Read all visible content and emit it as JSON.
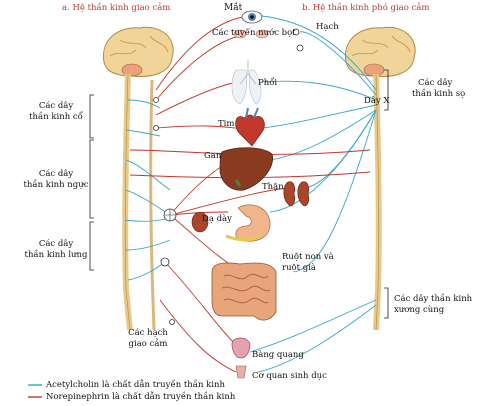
{
  "header": {
    "left": "a. Hệ thần kinh giao cảm",
    "center": "Mắt",
    "right": "b. Hệ thần kinh phó giao cảm"
  },
  "labels": {
    "glands": "Các tuyến nước bọt",
    "ganglion": "Hạch",
    "lungs": "Phổi",
    "heart": "Tim",
    "liver": "Gan",
    "kidney": "Thận",
    "stomach": "Dạ dày",
    "intestine_line1": "Ruột non và",
    "intestine_line2": "ruột già",
    "bladder": "Bàng quang",
    "genital": "Cơ quan sinh dục",
    "sympathetic_ganglia_line1": "Các hạch",
    "sympathetic_ganglia_line2": "giao cảm",
    "cervical_line1": "Các dây",
    "cervical_line2": "thần kinh cổ",
    "thoracic_line1": "Các dây",
    "thoracic_line2": "thần kinh ngực",
    "lumbar_line1": "Các dây",
    "lumbar_line2": "thần kinh lưng",
    "cranial_line1": "Các dây",
    "cranial_line2": "thần kinh sọ",
    "vagus": "Dây X",
    "sacral_line1": "Các dây thần kinh",
    "sacral_line2": "xương cùng"
  },
  "legend": {
    "ach": "Acetylcholin là chất dẫn truyền thần kinh",
    "ne": "Norepinephrin là chất dẫn truyền thần kinh",
    "ach_color": "#3aa6c9",
    "ne_color": "#c0392b"
  }
}
